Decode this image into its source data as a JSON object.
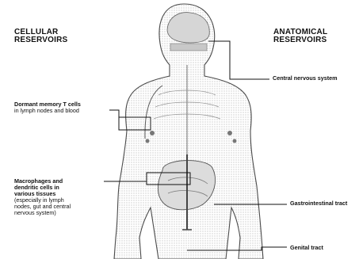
{
  "headings": {
    "cellular": [
      "CELLULAR",
      "RESERVOIRS"
    ],
    "anatomical": [
      "ANATOMICAL",
      "RESERVOIRS"
    ]
  },
  "labels": {
    "memory_t_cells_title": "Dormant memory T cells",
    "memory_t_cells_sub": "in lymph nodes and blood",
    "macrophages_title": [
      "Macrophages and",
      "dendritic cells in",
      "various tissues"
    ],
    "macrophages_sub": [
      "(especially in lymph",
      "nodes, gut and central",
      "nervous system)"
    ],
    "cns": "Central nervous system",
    "gi": "Gastrointestinal tract",
    "genital": "Genital tract"
  }
}
